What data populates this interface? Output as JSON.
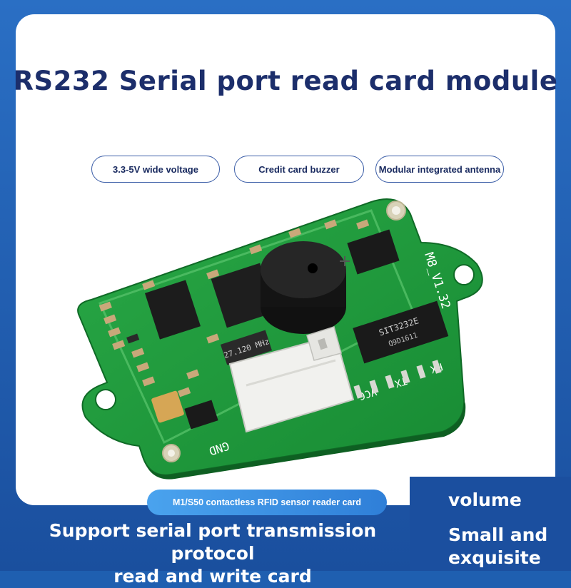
{
  "title": "RS232 Serial port read card module",
  "features": [
    {
      "label": "3.3-5V wide voltage"
    },
    {
      "label": "Credit card buzzer"
    },
    {
      "label": "Modular integrated antenna"
    }
  ],
  "board": {
    "version_label": "M8_V1.32",
    "chip_label": "SIT3232E",
    "chip_code": "Q9D1611",
    "crystal_label": "27.120 MHz",
    "pins": [
      "GND",
      "VCC",
      "TX",
      "RX"
    ]
  },
  "ribbon": "M1/S50 contactless RFID sensor reader card",
  "bottom_left": {
    "line1": "Support serial port transmission protocol",
    "line2": "read and write card"
  },
  "bottom_right": {
    "line1": "volume",
    "line2": "Small and",
    "line3": "exquisite"
  },
  "colors": {
    "background_blue": "#1f5fb0",
    "title": "#1c2e6b",
    "pcb_green": "#1f9a3c",
    "ribbon": "#3b8fe4"
  }
}
